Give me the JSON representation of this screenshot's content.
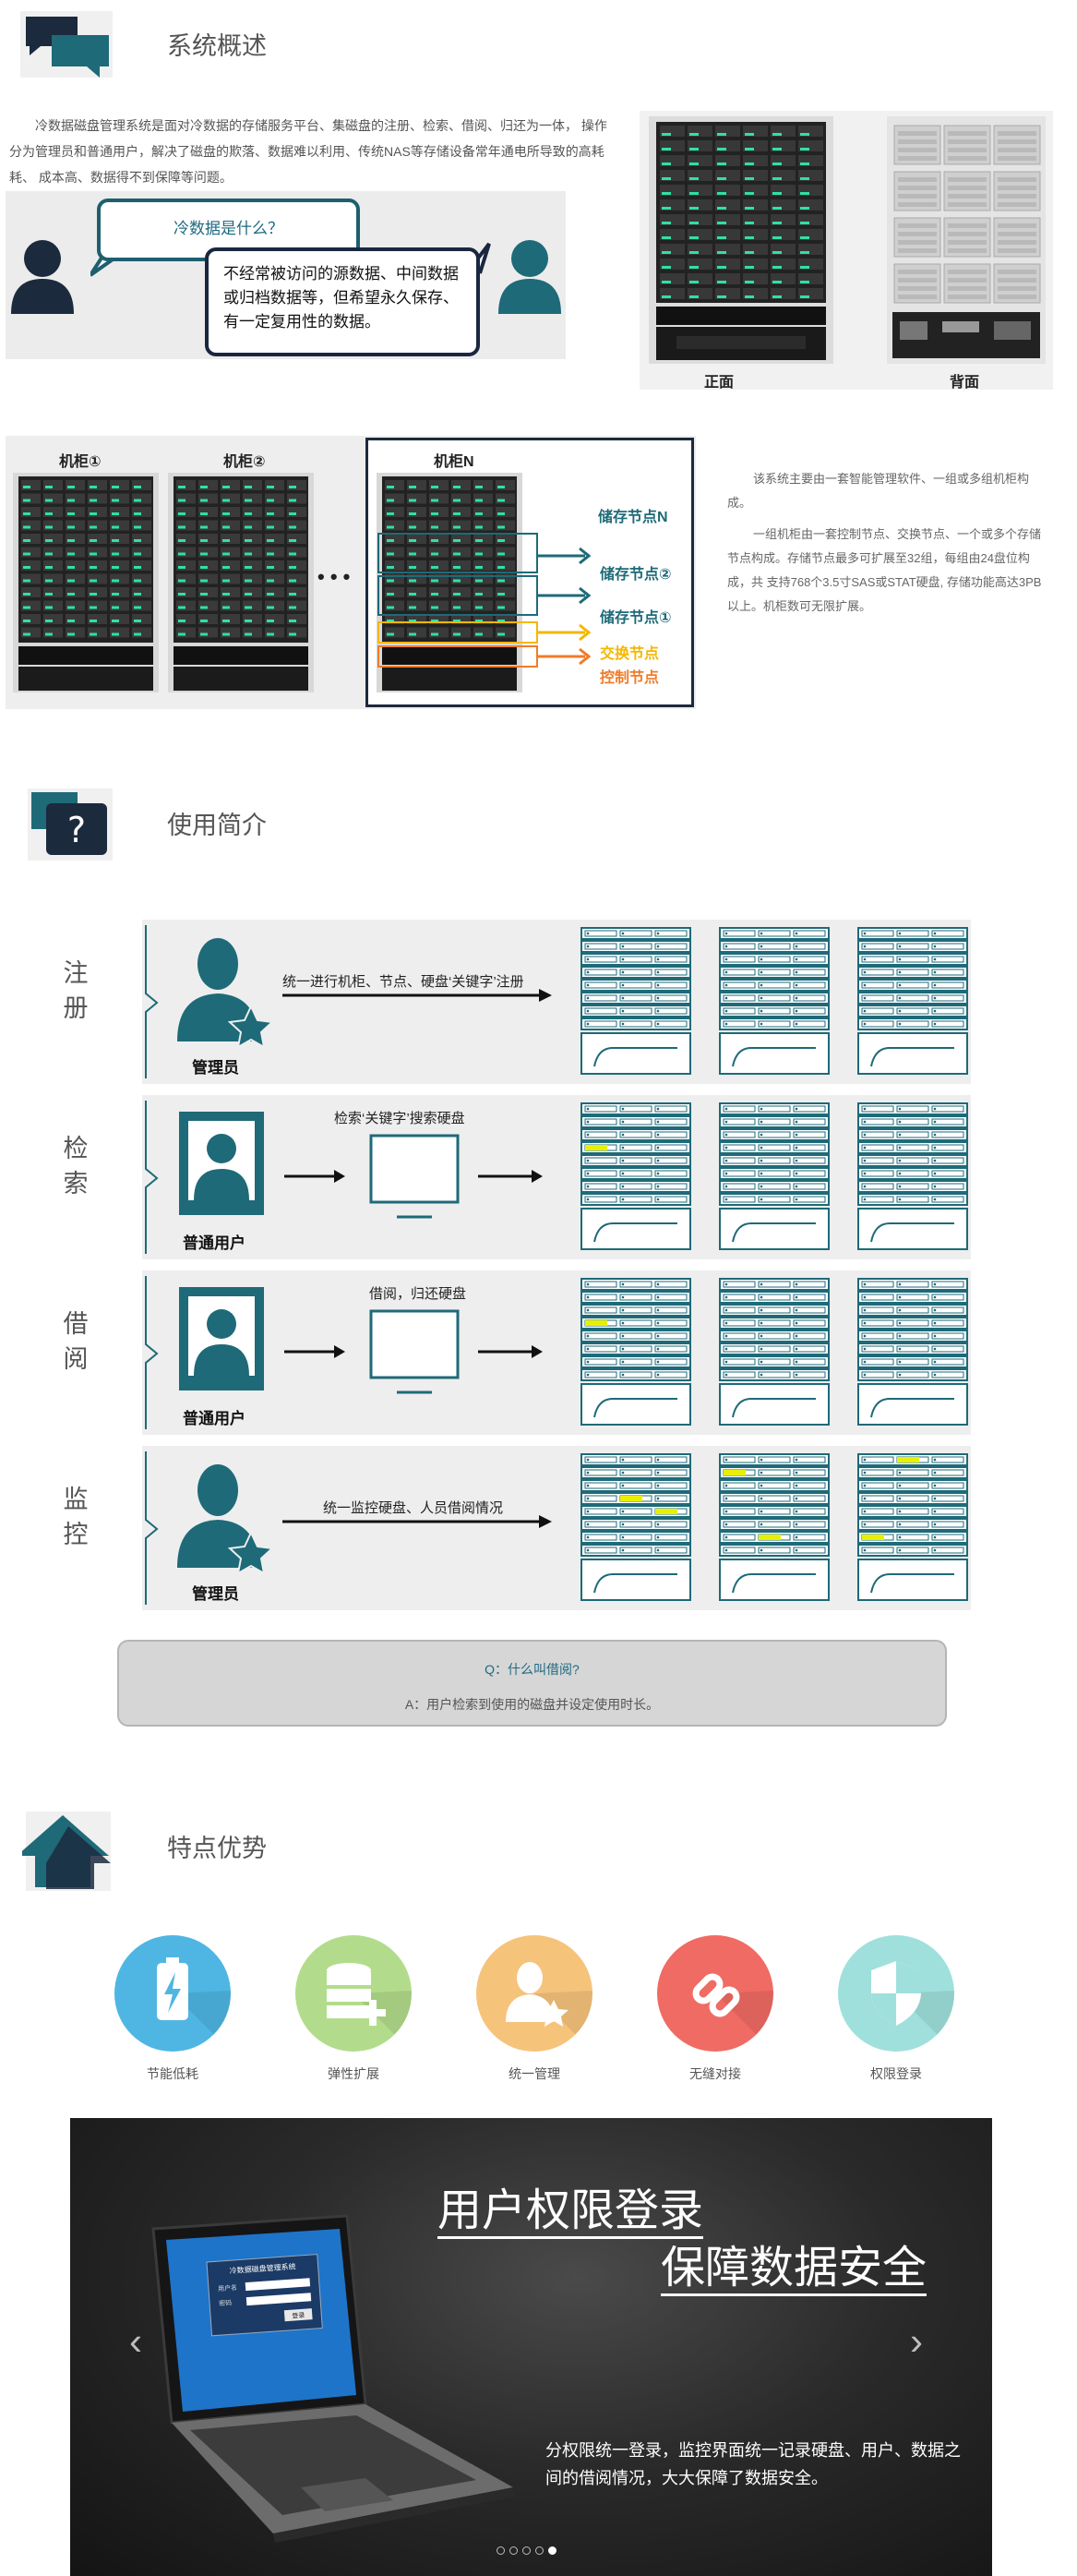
{
  "overview": {
    "title": "系统概述",
    "intro": "冷数据磁盘管理系统是面对冷数据的存储服务平台、集磁盘的注册、检索、借阅、归还为一体， 操作分为管理员和普通用户，解决了磁盘的欺落、数据难以利用、传统NAS等存储设备常年通电所导致的高耗耗、 成本高、数据得不到保障等问题。",
    "bubble_question": "冷数据是什么？",
    "bubble_answer": "不经常被访问的源数据、中间数据或归档数据等，但希望永久保存、有一定复用性的数据。",
    "server_front": "正面",
    "server_back": "背面"
  },
  "cabinet": {
    "cab1": "机柜①",
    "cab2": "机柜②",
    "cabN": "机柜N",
    "ellipsis": "• • •",
    "storage_n": "储存节点N",
    "storage_2": "储存节点②",
    "storage_1": "储存节点①",
    "switch": "交换节点",
    "control": "控制节点",
    "desc1": "该系统主要由一套智能管理软件、一组或多组机柜构成。",
    "desc2": "一组机柜由一套控制节点、交换节点、一个或多个存储节点构成。存储节点最多可扩展至32组，每组由24盘位构成，共 支持768个3.5寸SAS或STAT硬盘, 存储功能高达3PB以上。机柜数可无限扩展。"
  },
  "usage": {
    "title": "使用简介",
    "rows": [
      {
        "label": "注册",
        "text": "统一进行机柜、节点、硬盘‘关键字’注册",
        "role": "管理员"
      },
      {
        "label": "检索",
        "text": "检索‘关键字’搜索硬盘",
        "role": "普通用户"
      },
      {
        "label": "借阅",
        "text": "借阅，归还硬盘",
        "role": "普通用户"
      },
      {
        "label": "监控",
        "text": "统一监控硬盘、人员借阅情况",
        "role": "管理员"
      }
    ],
    "qa_question": "Q：什么叫借阅?",
    "qa_answer": "A：用户检索到使用的磁盘并设定使用时长。"
  },
  "features": {
    "title": "特点优势",
    "items": [
      {
        "label": "节能低耗",
        "color": "#4fb6e3"
      },
      {
        "label": "弹性扩展",
        "color": "#b2dc8b"
      },
      {
        "label": "统一管理",
        "color": "#f6c37b"
      },
      {
        "label": "无缝对接",
        "color": "#f06b63"
      },
      {
        "label": "权限登录",
        "color": "#9fe0dc"
      }
    ]
  },
  "banner": {
    "line1": "用户权限登录",
    "line2": "保障数据安全",
    "body": "分权限统一登录，监控界面统一记录硬盘、用户、数据之间的借阅情况，大大保障了数据安全。",
    "prev": "‹",
    "next": "›",
    "login_title": "冷数据磁盘管理系统",
    "login_user": "用户名",
    "login_pass": "密码",
    "login_btn": "登录"
  }
}
